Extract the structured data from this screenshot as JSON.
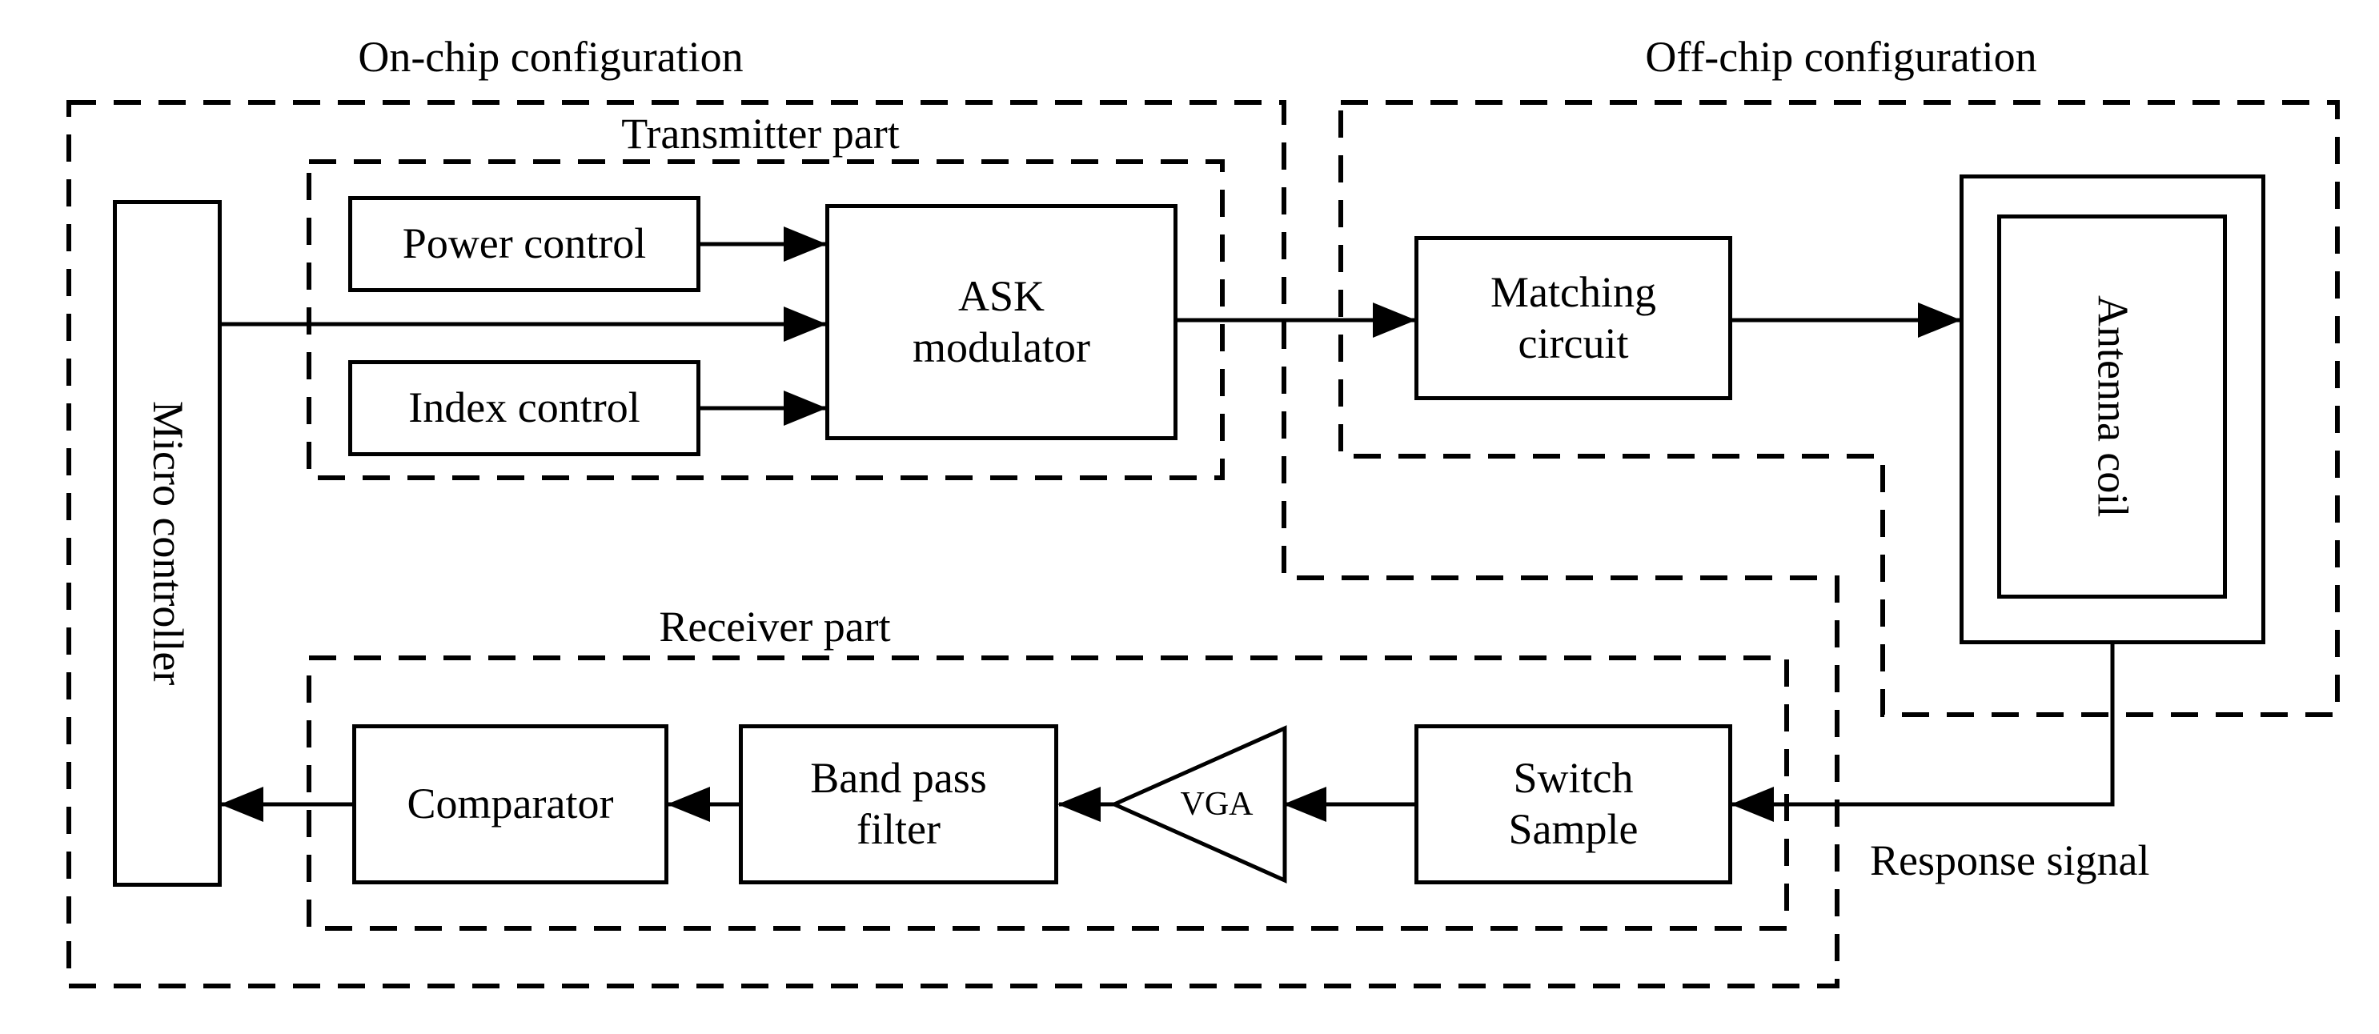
{
  "diagram": {
    "title_onchip": "On-chip configuration",
    "title_offchip": "Off-chip configuration",
    "section_transmitter": "Transmitter part",
    "section_receiver": "Receiver part",
    "blocks": {
      "micro_controller": "Micro controller",
      "power_control": "Power control",
      "index_control": "Index control",
      "ask_modulator": {
        "line1": "ASK",
        "line2": "modulator"
      },
      "matching_circuit": {
        "line1": "Matching",
        "line2": "circuit"
      },
      "antenna_coil": "Antenna coil",
      "comparator": "Comparator",
      "band_pass_filter": {
        "line1": "Band pass",
        "line2": "filter"
      },
      "vga": "VGA",
      "switch_sample": {
        "line1": "Switch",
        "line2": "Sample"
      }
    },
    "annotations": {
      "response_signal": "Response signal"
    },
    "colors": {
      "ink": "#000000",
      "background": "#ffffff"
    }
  }
}
